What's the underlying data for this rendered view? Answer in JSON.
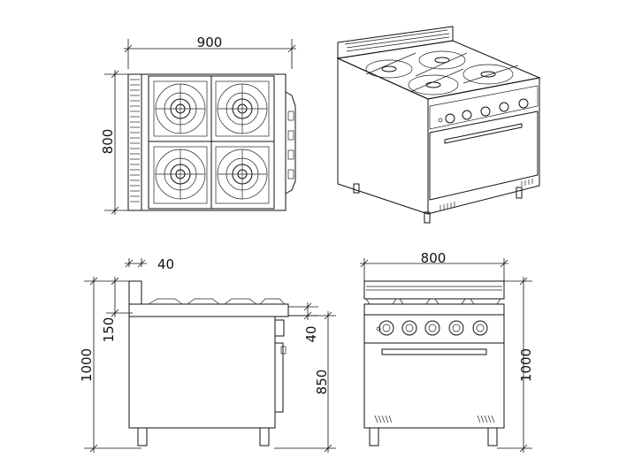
{
  "dimensions": {
    "top_width": "900",
    "top_depth": "800",
    "side_splash": "40",
    "side_splash_height": "150",
    "side_total_height": "1000",
    "side_top_thickness": "40",
    "side_body_height": "850",
    "front_width": "800",
    "front_height": "1000"
  }
}
